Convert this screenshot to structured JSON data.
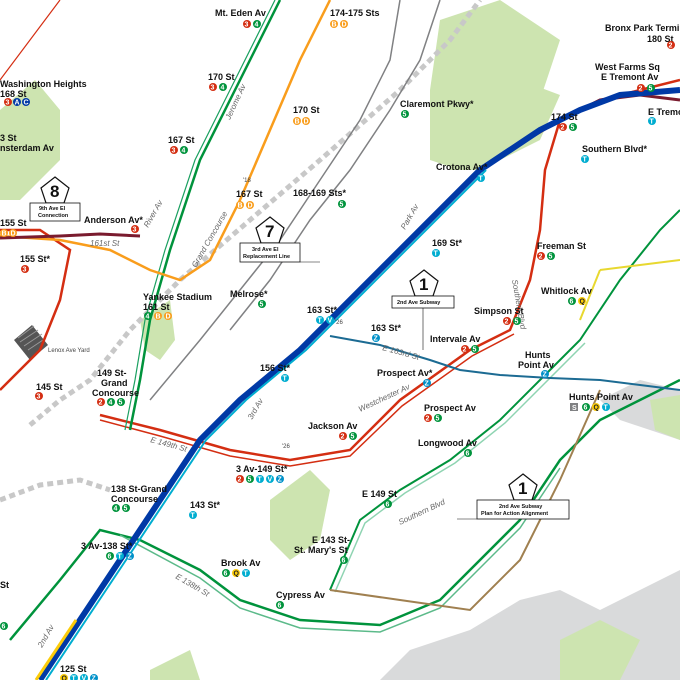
{
  "colors": {
    "line_1_2_3": "#d42e12",
    "line_4_5_6": "#00933c",
    "line_b_d": "#f99d1c",
    "line_a_c": "#0039a6",
    "line_t": "#00add0",
    "line_z": "#0091c9",
    "line_q": "#fccc0a",
    "line_s": "#808183",
    "line_v": "#00add0",
    "park": "#cde4b0",
    "water": "#d9dadb"
  },
  "labels": {
    "stations": [
      {
        "name": "Mt. Eden Av"
      },
      {
        "name": "174-175 Sts"
      },
      {
        "name": "Bronx Park Terminal"
      },
      {
        "name": "180 St"
      },
      {
        "name": "Washington Heights"
      },
      {
        "name": "168 St"
      },
      {
        "name": "170 St"
      },
      {
        "name": "170 St"
      },
      {
        "name": "Claremont Pkwy*"
      },
      {
        "name": "West Farms Sq"
      },
      {
        "name": "E Tremont Av"
      },
      {
        "name": "3 St"
      },
      {
        "name": "nsterdam Av"
      },
      {
        "name": "167 St"
      },
      {
        "name": "174 St"
      },
      {
        "name": "E Tremo"
      },
      {
        "name": "Southern Blvd*"
      },
      {
        "name": "Crotona Av*"
      },
      {
        "name": "168-169 Sts*"
      },
      {
        "name": "167 St"
      },
      {
        "name": "Anderson Av*"
      },
      {
        "name": "155 St"
      },
      {
        "name": "169 St*"
      },
      {
        "name": "Freeman St"
      },
      {
        "name": "155 St*"
      },
      {
        "name": "Whitlock Av"
      },
      {
        "name": "Yankee Stadium"
      },
      {
        "name": "161 St"
      },
      {
        "name": "Melrose*"
      },
      {
        "name": "163 St*"
      },
      {
        "name": "Simpson St"
      },
      {
        "name": "163 St*"
      },
      {
        "name": "Intervale Av"
      },
      {
        "name": "Hunts"
      },
      {
        "name": "Point Av"
      },
      {
        "name": "149 St-"
      },
      {
        "name": "Grand"
      },
      {
        "name": "Concourse"
      },
      {
        "name": "156 St*"
      },
      {
        "name": "Prospect Av*"
      },
      {
        "name": "Hunts Point Av"
      },
      {
        "name": "145 St"
      },
      {
        "name": "Prospect Av"
      },
      {
        "name": "Jackson Av"
      },
      {
        "name": "Longwood Av"
      },
      {
        "name": "3 Av-149 St*"
      },
      {
        "name": "138 St-Grand"
      },
      {
        "name": "Concourse"
      },
      {
        "name": "E 149 St"
      },
      {
        "name": "143 St*"
      },
      {
        "name": "3 Av-138 St*"
      },
      {
        "name": "E 143 St-"
      },
      {
        "name": "St. Mary's St"
      },
      {
        "name": "Brook Av"
      },
      {
        "name": "Cypress Av"
      },
      {
        "name": "125 St"
      },
      {
        "name": "St"
      }
    ],
    "streets": [
      {
        "name": "161st St"
      },
      {
        "name": "River Av"
      },
      {
        "name": "Grand Concourse"
      },
      {
        "name": "Jerome Av"
      },
      {
        "name": "Park Av"
      },
      {
        "name": "Southern Blvd"
      },
      {
        "name": "Westchester Av"
      },
      {
        "name": "E 163rd St"
      },
      {
        "name": "E 149th St"
      },
      {
        "name": "3rd Av"
      },
      {
        "name": "E 138th St"
      },
      {
        "name": "Southern Blvd"
      },
      {
        "name": "2nd Av"
      },
      {
        "name": "Lenox Ave Yard"
      },
      {
        "name": "'26"
      },
      {
        "name": "'18"
      },
      {
        "name": "'26"
      }
    ],
    "projects": [
      {
        "number": "8",
        "caption_1": "9th Ave El",
        "caption_2": "Connection"
      },
      {
        "number": "7",
        "caption_1": "3rd Ave El",
        "caption_2": "Replacement Line"
      },
      {
        "number": "1",
        "caption_1": "2nd Ave Subway",
        "caption_2": ""
      },
      {
        "number": "1",
        "caption_1": "2nd Ave Subway",
        "caption_2": "Plan for Action Alignment"
      }
    ],
    "route_bullets": [
      {
        "text": "3"
      },
      {
        "text": "4"
      },
      {
        "text": "B"
      },
      {
        "text": "D"
      },
      {
        "text": "2"
      },
      {
        "text": "5"
      },
      {
        "text": "A"
      },
      {
        "text": "C"
      },
      {
        "text": "T"
      },
      {
        "text": "V"
      },
      {
        "text": "Z"
      },
      {
        "text": "Q"
      },
      {
        "text": "6"
      },
      {
        "text": "S"
      },
      {
        "text": "1"
      }
    ]
  }
}
